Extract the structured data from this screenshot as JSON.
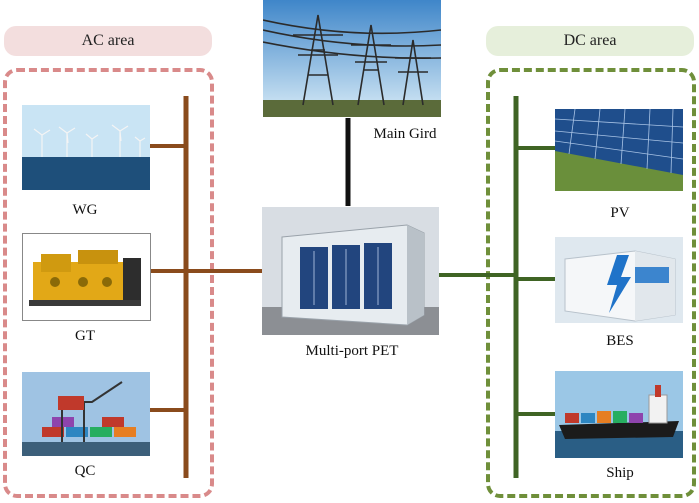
{
  "ac_area": {
    "label": "AC area",
    "color": "#f3dede",
    "border_color": "#d98a8a",
    "bus_color": "#8a4b1c"
  },
  "dc_area": {
    "label": "DC area",
    "color": "#e6efdb",
    "border_color": "#6f8f3a",
    "bus_color": "#3f6424"
  },
  "main_grid": {
    "label": "Main Gird"
  },
  "pet": {
    "label": "Multi-port PET"
  },
  "ac_nodes": [
    {
      "label": "WG",
      "icon": "wind-turbine-icon"
    },
    {
      "label": "GT",
      "icon": "generator-icon"
    },
    {
      "label": "QC",
      "icon": "quay-crane-icon"
    }
  ],
  "dc_nodes": [
    {
      "label": "PV",
      "icon": "solar-panel-icon"
    },
    {
      "label": "BES",
      "icon": "battery-storage-icon"
    },
    {
      "label": "Ship",
      "icon": "ship-icon"
    }
  ]
}
